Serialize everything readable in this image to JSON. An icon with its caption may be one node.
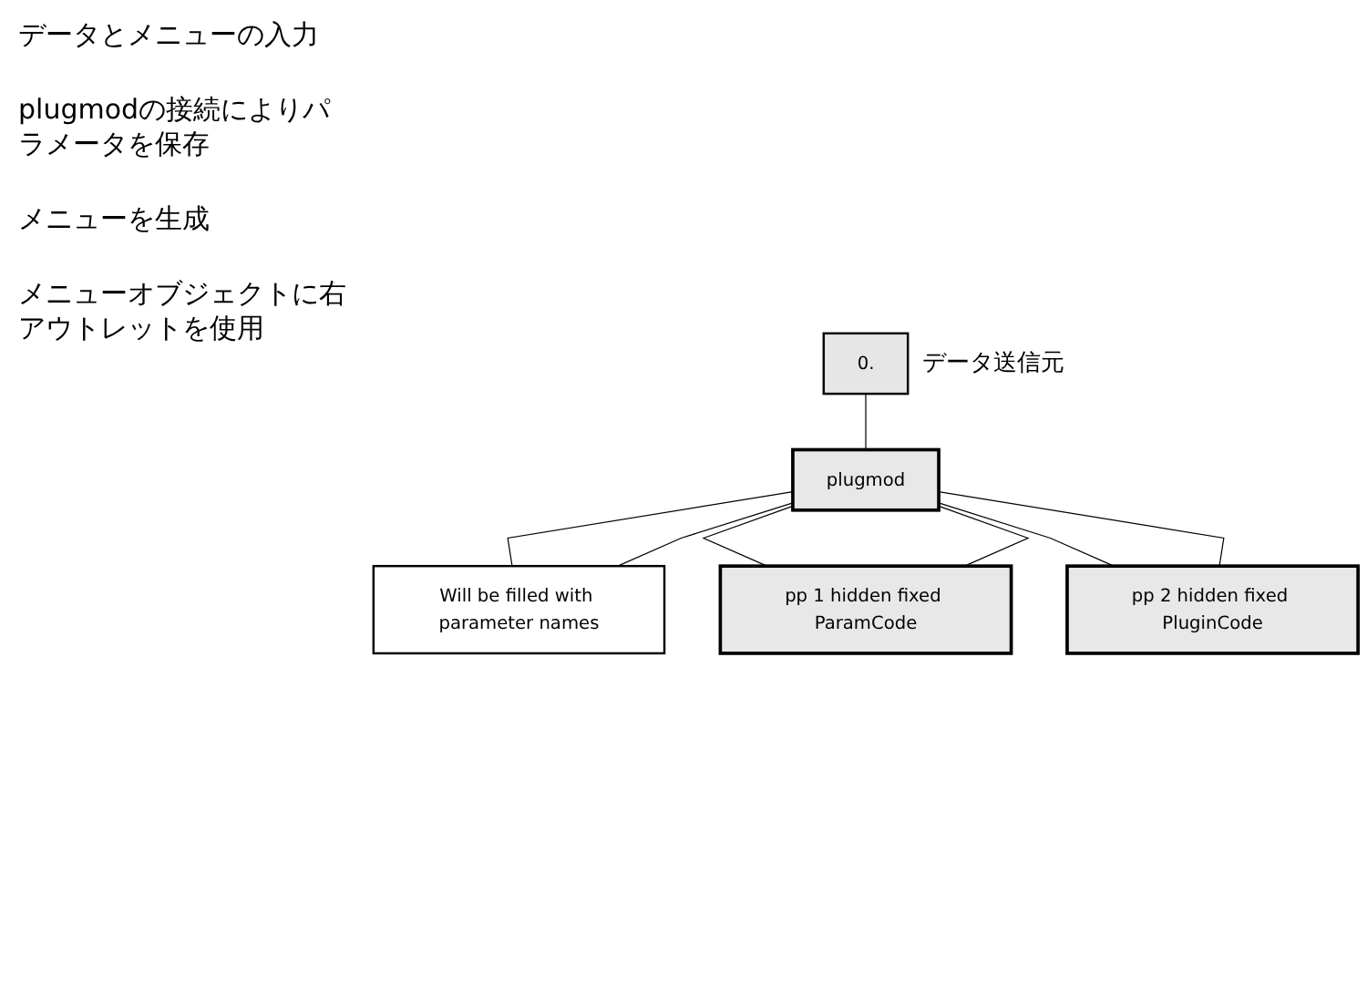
{
  "diagram": {
    "nodes": [
      {
        "text": [
          "0."
        ],
        "beside": [
          "データ送信元"
        ]
      },
      {
        "text": [
          "plugmod"
        ]
      },
      {
        "text": [
          "pp 2 hidden fixed PluginCode"
        ]
      },
      {
        "text": [
          "pp 1 hidden fixed ParamCode"
        ]
      },
      {
        "text": [
          "Will be filled with parameter names"
        ]
      }
    ],
    "edges": [
      {
        "from": 0,
        "to": 1,
        "arrow": "none"
      },
      {
        "from": 1,
        "to": 4,
        "arrow": "none"
      },
      {
        "from": 1,
        "to": 3,
        "arrow": "none"
      },
      {
        "from": 1,
        "to": 2,
        "arrow": "none"
      },
      {
        "from": 2,
        "to": 1,
        "arrow": "none"
      },
      {
        "from": 3,
        "to": 1,
        "arrow": "none"
      },
      {
        "from": 4,
        "to": 1,
        "arrow": "none"
      }
    ],
    "labels": [
      "データとメニューの入力",
      "plugmodの接続によりパラメータを保存",
      "メニューを生成",
      "メニューオブジェクトに右アウトレットを使用"
    ]
  }
}
